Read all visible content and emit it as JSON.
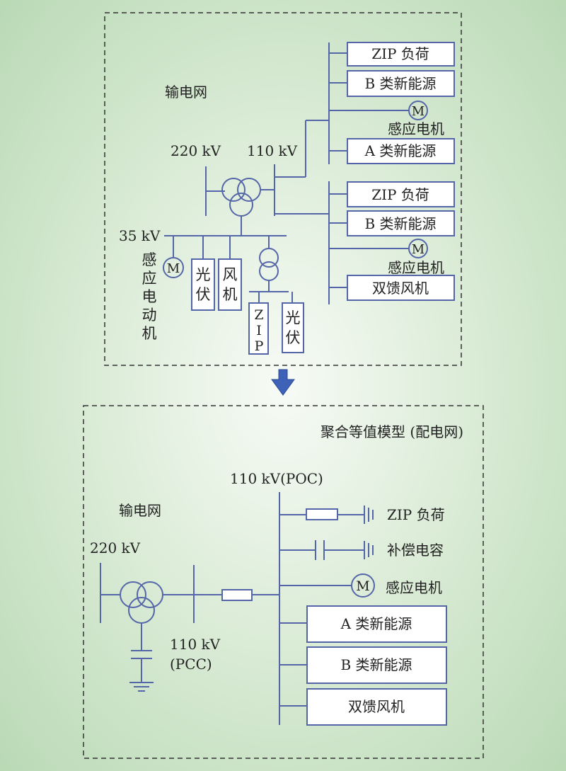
{
  "top": {
    "grid_label": "输电网",
    "v220": "220 kV",
    "v110": "110 kV",
    "v35": "35 kV",
    "upper_group": {
      "zip": "ZIP 负荷",
      "b_new": "B 类新能源",
      "motor": "感应电机",
      "a_new": "A 类新能源"
    },
    "lower_group": {
      "zip": "ZIP 负荷",
      "b_new": "B 类新能源",
      "motor": "感应电机",
      "dfig": "双馈风机"
    },
    "m": "M",
    "motor_vertical": [
      "感",
      "应",
      "电",
      "动",
      "机"
    ],
    "pv_vertical": [
      "光",
      "伏"
    ],
    "wind_vertical": [
      "风",
      "机"
    ],
    "zip_vertical": [
      "Z",
      "I",
      "P"
    ],
    "pv2_vertical": [
      "光",
      "伏"
    ]
  },
  "bottom": {
    "title": "聚合等值模型 (配电网)",
    "poc": "110 kV(POC)",
    "grid_label": "输电网",
    "v220": "220 kV",
    "pcc1": "110 kV",
    "pcc2": "(PCC)",
    "zip": "ZIP 负荷",
    "comp": "补偿电容",
    "m": "M",
    "motor": "感应电机",
    "a_new": "A 类新能源",
    "b_new": "B 类新能源",
    "dfig": "双馈风机"
  }
}
